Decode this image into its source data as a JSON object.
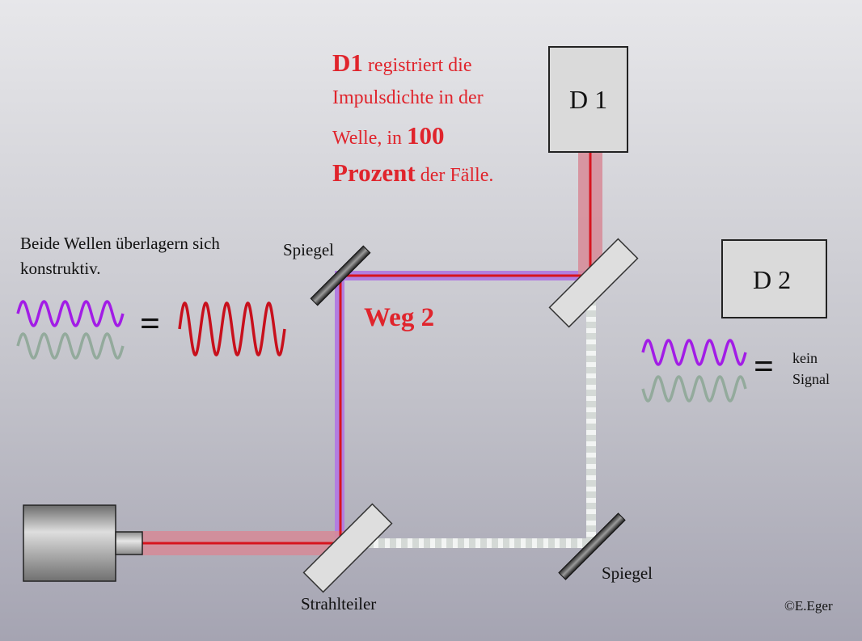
{
  "description": {
    "d1_bold": "D1",
    "line1_rest": " registriert die",
    "line2": "Impulsdichte in der",
    "line3_pre": "Welle, in ",
    "line3_num": "100",
    "line4_bold": "Prozent",
    "line4_rest": " der Fälle."
  },
  "constructive_text": {
    "line1": "Beide Wellen überlagern sich",
    "line2": "konstruktiv."
  },
  "detectors": {
    "d1": "D 1",
    "d2": "D 2"
  },
  "path_label": "Weg 2",
  "labels": {
    "mirror_top": "Spiegel",
    "mirror_bottom": "Spiegel",
    "beamsplitter": "Strahlteiler"
  },
  "equals_symbol": "=",
  "destructive_result": {
    "line1": "kein",
    "line2": "Signal"
  },
  "copyright": "©E.Eger",
  "colors": {
    "laser_red": "#d7141e",
    "wave_purple": "#a21ce6",
    "wave_grey_green": "#93aa9c",
    "path2_purple": "#b27ee0",
    "beam_glow": "#d78a96",
    "text_red": "#e0242c"
  }
}
